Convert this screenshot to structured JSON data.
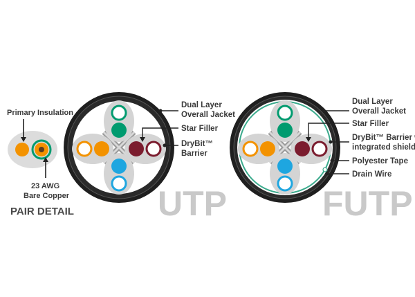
{
  "pair_detail": {
    "title": "PAIR DETAIL",
    "primary_insulation": "Primary Insulation",
    "awg_line1": "23 AWG",
    "awg_line2": "Bare Copper"
  },
  "utp": {
    "name": "UTP",
    "jacket_line1": "Dual Layer",
    "jacket_line2": "Overall Jacket",
    "star_filler": "Star Filler",
    "barrier_line1": "DryBit™",
    "barrier_line2": "Barrier"
  },
  "futp": {
    "name": "FUTP",
    "jacket_line1": "Dual Layer",
    "jacket_line2": "Overall Jacket",
    "star_filler": "Star Filler",
    "barrier_line1": "DryBit™ Barrier w/",
    "barrier_line2": "integrated shield",
    "polyester_tape": "Polyester Tape",
    "drain_wire": "Drain Wire"
  },
  "colors": {
    "jacket": "#1f1f1f",
    "fill": "#d4d4d4",
    "orange": "#f39200",
    "green": "#009b6f",
    "brown": "#7b1c2e",
    "blue": "#1ea6e0",
    "shield": "#3aaa8c",
    "text": "#3a3a3a"
  }
}
